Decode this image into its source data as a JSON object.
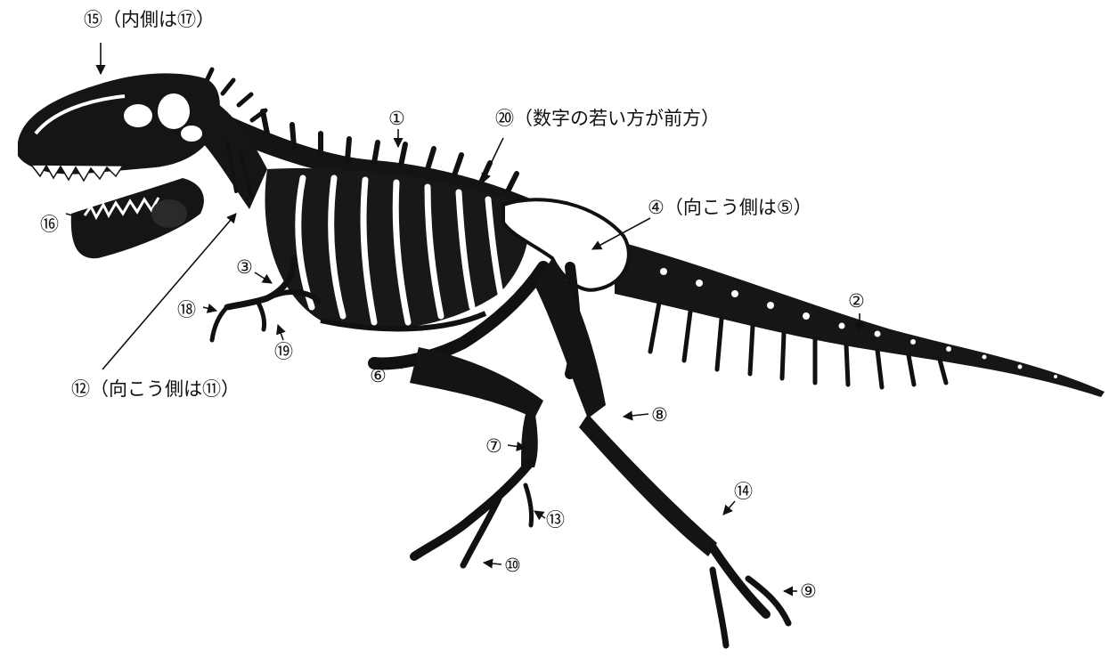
{
  "labels": [
    {
      "id": "l15",
      "text": "⑮（内側は⑰）"
    },
    {
      "id": "l1",
      "text": "①"
    },
    {
      "id": "l20",
      "text": "⑳（数字の若い方が前方）"
    },
    {
      "id": "l4",
      "text": "④（向こう側は⑤）"
    },
    {
      "id": "l16",
      "text": "⑯"
    },
    {
      "id": "l3",
      "text": "③"
    },
    {
      "id": "l18",
      "text": "⑱"
    },
    {
      "id": "l19",
      "text": "⑲"
    },
    {
      "id": "l2",
      "text": "②"
    },
    {
      "id": "l12",
      "text": "⑫（向こう側は⑪）"
    },
    {
      "id": "l6",
      "text": "⑥"
    },
    {
      "id": "l8",
      "text": "⑧"
    },
    {
      "id": "l7",
      "text": "⑦"
    },
    {
      "id": "l14",
      "text": "⑭"
    },
    {
      "id": "l13",
      "text": "⑬"
    },
    {
      "id": "l10",
      "text": "⑩"
    },
    {
      "id": "l9",
      "text": "⑨"
    }
  ],
  "colors": {
    "ink": "#111111",
    "bone": "#ffffff",
    "background": "#ffffff"
  }
}
